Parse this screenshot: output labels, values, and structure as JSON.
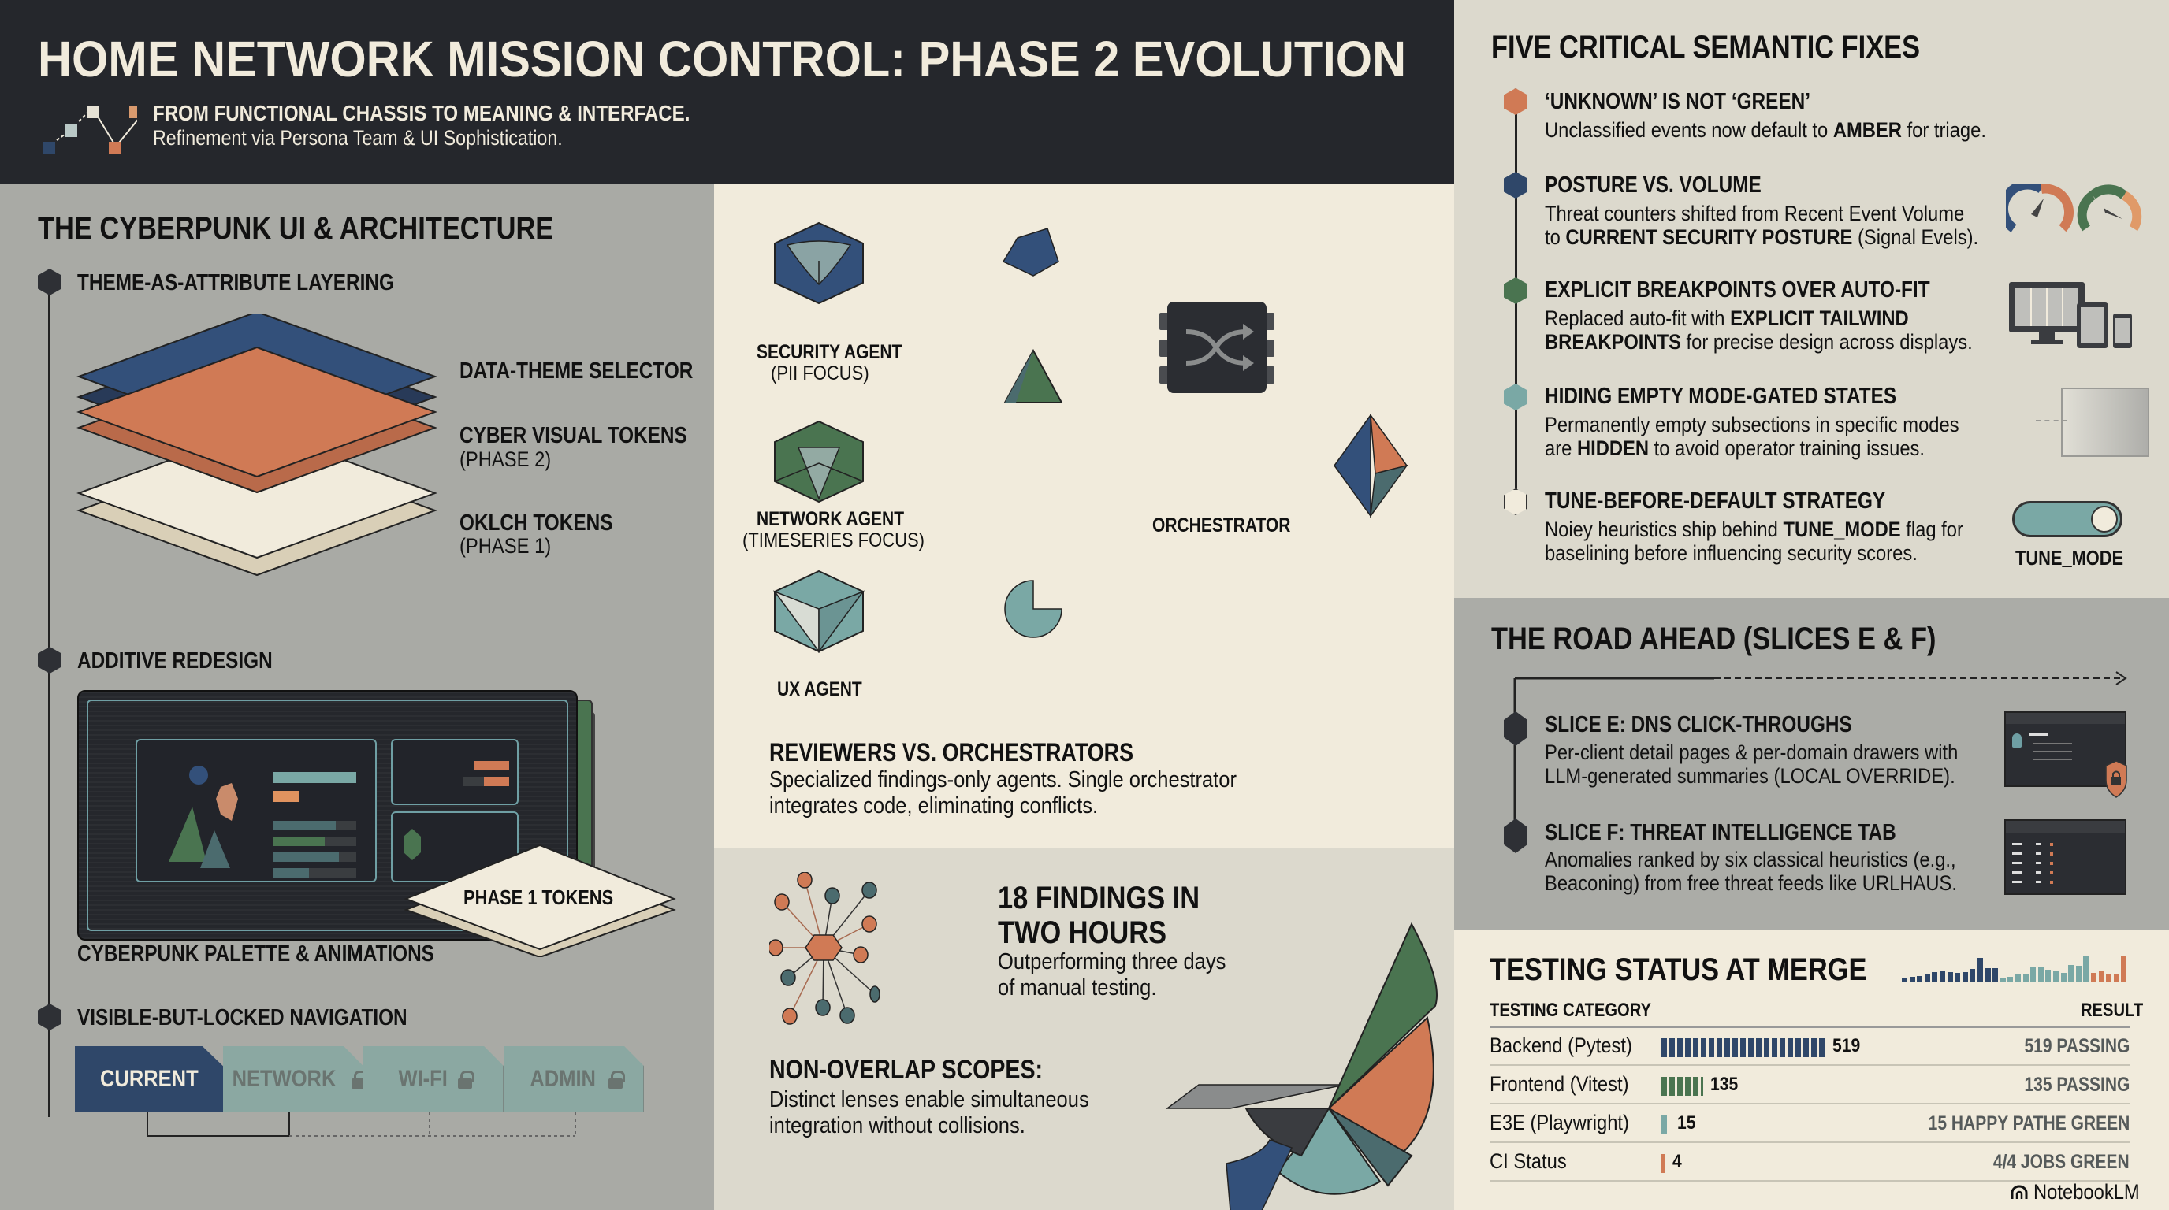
{
  "header": {
    "title": "HOME NETWORK MISSION CONTROL: PHASE 2 EVOLUTION",
    "subtitle": "FROM FUNCTIONAL CHASSIS TO MEANING & INTERFACE.",
    "tagline": "Refinement via Persona Team & UI Sophistication."
  },
  "colors": {
    "dark": "#25272c",
    "cream": "#f1ebdc",
    "navy": "#2f4769",
    "green": "#4a7450",
    "teal": "#7aa8a5",
    "orange": "#d07a55",
    "slate": "#4b6b6e",
    "grey_panel": "#a9aaa5"
  },
  "left": {
    "heading": "THE CYBERPUNK UI & ARCHITECTURE",
    "theme_layering": {
      "title": "THEME-AS-ATTRIBUTE LAYERING",
      "layers": [
        {
          "label": "DATA-THEME SELECTOR",
          "sub": ""
        },
        {
          "label": "CYBER VISUAL TOKENS",
          "sub": "(PHASE 2)"
        },
        {
          "label": "OKLCH TOKENS",
          "sub": "(PHASE 1)"
        }
      ]
    },
    "additive": {
      "title": "ADDITIVE REDESIGN",
      "badge": "PHASE 1 TOKENS",
      "caption": "CYBERPUNK PALETTE & ANIMATIONS"
    },
    "nav": {
      "title": "VISIBLE-BUT-LOCKED NAVIGATION",
      "tabs": [
        {
          "label": "CURRENT",
          "locked": false
        },
        {
          "label": "NETWORK",
          "locked": true
        },
        {
          "label": "WI-FI",
          "locked": true
        },
        {
          "label": "ADMIN",
          "locked": true
        }
      ]
    }
  },
  "middle": {
    "agents": [
      {
        "name": "SECURITY AGENT",
        "focus": "(PII FOCUS)"
      },
      {
        "name": "NETWORK AGENT",
        "focus": "(TIMESERIES FOCUS)"
      },
      {
        "name": "UX AGENT",
        "focus": ""
      }
    ],
    "orchestrator": "ORCHESTRATOR",
    "reviewers": {
      "title": "REVIEWERS VS. ORCHESTRATORS",
      "line1": "Specialized findings-only agents. Single orchestrator",
      "line2": "integrates code, eliminating conflicts."
    },
    "findings": {
      "title1": "18 FINDINGS IN",
      "title2": "TWO HOURS",
      "line1": "Outperforming three days",
      "line2": "of manual testing."
    },
    "nonoverlap": {
      "title": "NON-OVERLAP SCOPES:",
      "line1": "Distinct lenses enable simultaneous",
      "line2": "integration without collisions."
    }
  },
  "fixes": {
    "heading": "FIVE CRITICAL SEMANTIC FIXES",
    "items": [
      {
        "title": "‘UNKNOWN’ IS NOT ‘GREEN’",
        "pre1": "Unclassified events now default to ",
        "b1": "AMBER",
        "post1": " for triage.",
        "line2_pre": "",
        "line2_b": "",
        "line2_post": "",
        "dot": "#d07a55",
        "icon": "none"
      },
      {
        "title": "POSTURE VS. VOLUME",
        "pre1": "Threat counters shifted from Recent Event Volume",
        "b1": "",
        "post1": "",
        "line2_pre": "to ",
        "line2_b": "CURRENT SECURITY POSTURE",
        "line2_post": " (Signal Evels).",
        "dot": "#2f4769",
        "icon": "gauge-icon"
      },
      {
        "title": "EXPLICIT BREAKPOINTS OVER AUTO-FIT",
        "pre1": "Replaced auto-fit with ",
        "b1": "EXPLICIT TAILWIND",
        "post1": "",
        "line2_pre": "",
        "line2_b": "BREAKPOINTS",
        "line2_post": " for precise design across displays.",
        "dot": "#4a7450",
        "icon": "responsive-devices-icon"
      },
      {
        "title": "HIDING EMPTY MODE-GATED STATES",
        "pre1": "Permanently empty subsections in specific modes",
        "b1": "",
        "post1": "",
        "line2_pre": "are ",
        "line2_b": "HIDDEN",
        "line2_post": " to avoid operator training issues.",
        "dot": "#7aa8a5",
        "icon": "hidden-panel-icon"
      },
      {
        "title": "TUNE-BEFORE-DEFAULT STRATEGY",
        "pre1": "Noiey heuristics ship behind ",
        "b1": "TUNE_MODE",
        "post1": " flag for",
        "line2_pre": "baselining before influencing security scores.",
        "line2_b": "",
        "line2_post": "",
        "dot": "#f1ebdc",
        "icon": "toggle-icon"
      }
    ],
    "toggle_label": "TUNE_MODE"
  },
  "road": {
    "heading": "THE ROAD AHEAD (SLICES E & F)",
    "slices": [
      {
        "title": "SLICE E: DNS CLICK-THROUGHS",
        "line1": "Per-client detail pages & per-domain drawers with",
        "line2": "LLM-generated summaries (LOCAL OVERRIDE)."
      },
      {
        "title": "SLICE F: THREAT INTELLIGENCE TAB",
        "line1": "Anomalies ranked by six classical heuristics (e.g.,",
        "line2": "Beaconing) from free threat feeds like URLHAUS."
      }
    ]
  },
  "testing": {
    "heading": "TESTING STATUS AT MERGE",
    "col_category": "TESTING CATEGORY",
    "col_result": "RESULT",
    "rows": [
      {
        "category": "Backend (Pytest)",
        "count": "519",
        "result": "519 PASSING",
        "color": "#2f4769"
      },
      {
        "category": "Frontend (Vitest)",
        "count": "135",
        "result": "135 PASSING",
        "color": "#4a7450"
      },
      {
        "category": "E3E (Playwright)",
        "count": "15",
        "result": "15 HAPPY PATHE GREEN",
        "color": "#7aa8a5"
      },
      {
        "category": "CI Status",
        "count": "4",
        "result": "4/4 JOBS GREEN",
        "color": "#d07a55"
      }
    ],
    "brand": "NotebookLM"
  },
  "chart_data": {
    "type": "bar",
    "title": "TESTING STATUS AT MERGE",
    "categories": [
      "Backend (Pytest)",
      "Frontend (Vitest)",
      "E3E (Playwright)",
      "CI Status"
    ],
    "values": [
      519,
      135,
      15,
      4
    ],
    "results": [
      "519 PASSING",
      "135 PASSING",
      "15 HAPPY PATHE GREEN",
      "4/4 JOBS GREEN"
    ],
    "xlabel": "TESTING CATEGORY",
    "ylabel": "RESULT"
  }
}
